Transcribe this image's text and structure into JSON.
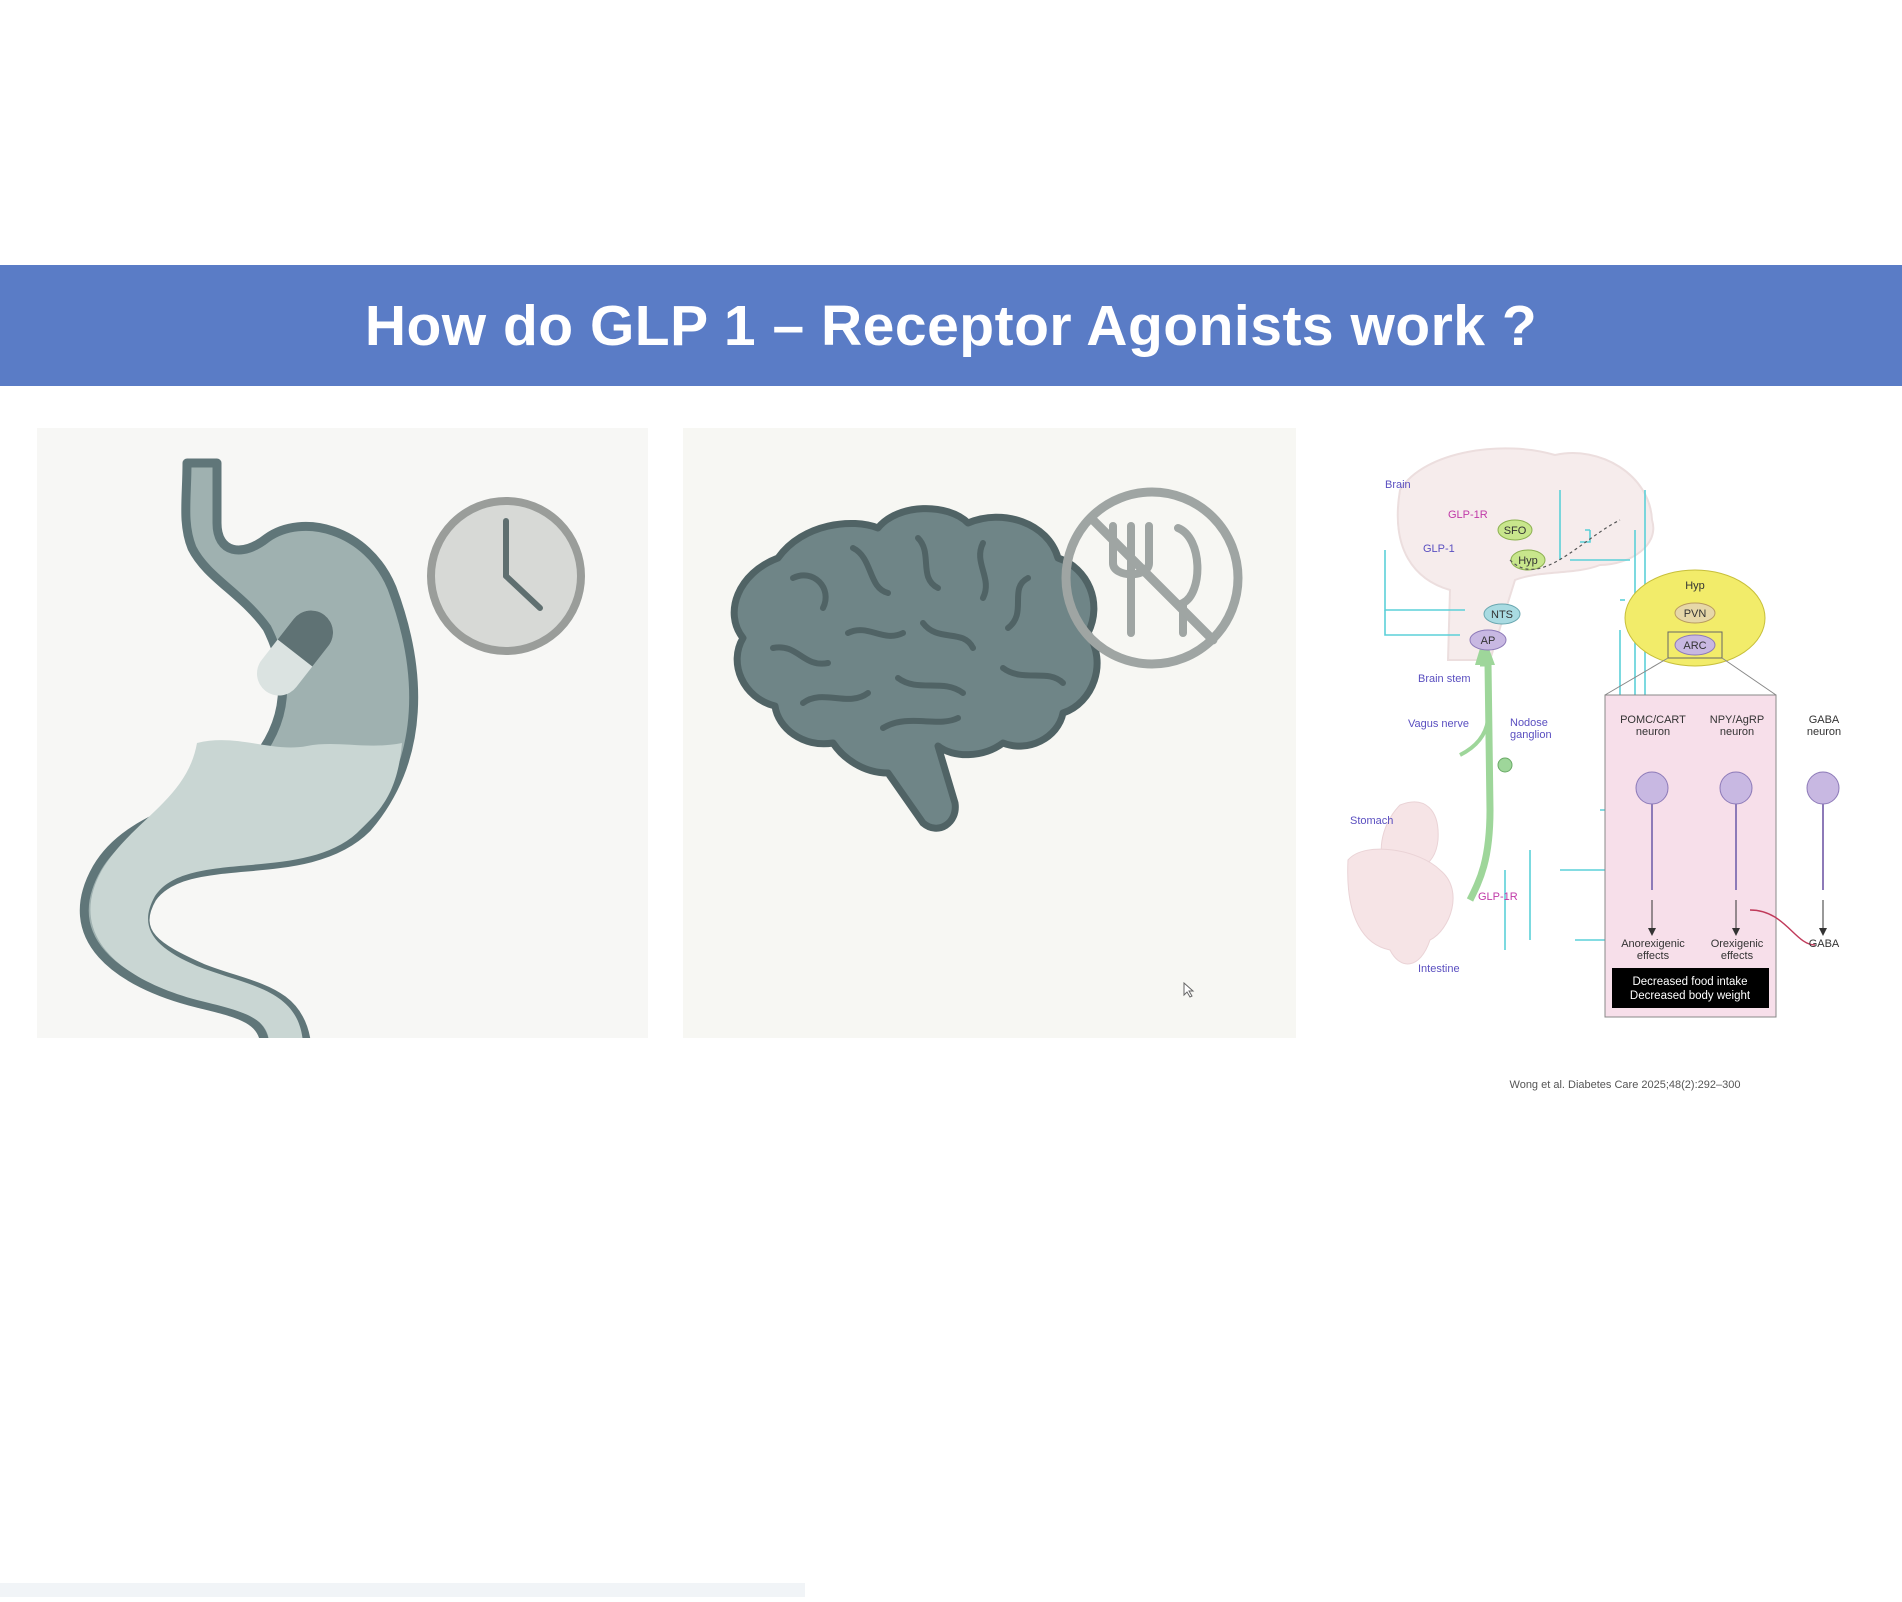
{
  "slide": {
    "title": "How do GLP 1 – Receptor Agonists work ?",
    "citation": "Wong et al. Diabetes Care 2025;48(2):292–300"
  },
  "icons": {
    "stomach_panel": [
      "stomach-icon",
      "capsule-icon",
      "clock-icon"
    ],
    "brain_panel": [
      "brain-icon",
      "no-eating-icon"
    ]
  },
  "diagram": {
    "labels": {
      "brain": "Brain",
      "glp1r_top": "GLP-1R",
      "glp1": "GLP-1",
      "sfo": "SFO",
      "hyp_node": "Hyp",
      "nts": "NTS",
      "ap": "AP",
      "brain_stem": "Brain stem",
      "vagus_nerve": "Vagus nerve",
      "nodose_ganglion_1": "Nodose",
      "nodose_ganglion_2": "ganglion",
      "stomach": "Stomach",
      "glp1r_gut": "GLP-1R",
      "intestine": "Intestine",
      "hyp_inset": "Hyp",
      "pvn": "PVN",
      "arc": "ARC",
      "pomc_1": "POMC/CART",
      "pomc_2": "neuron",
      "npy_1": "NPY/AgRP",
      "npy_2": "neuron",
      "gaba_n_1": "GABA",
      "gaba_n_2": "neuron",
      "anorexigenic_1": "Anorexigenic",
      "anorexigenic_2": "effects",
      "orexigenic_1": "Orexigenic",
      "orexigenic_2": "effects",
      "gaba": "GABA",
      "outcome_1": "Decreased food intake",
      "outcome_2": "Decreased body weight"
    }
  },
  "colors": {
    "title_band": "#5a7cc6",
    "icon_dark": "#607679",
    "icon_mid": "#9fb1b0",
    "icon_light": "#c9d6d3",
    "label_blue": "#5a4fc0",
    "label_pink": "#c03aa8",
    "nerve_green": "#9ed69a",
    "signal_cyan": "#5bd0d8"
  }
}
